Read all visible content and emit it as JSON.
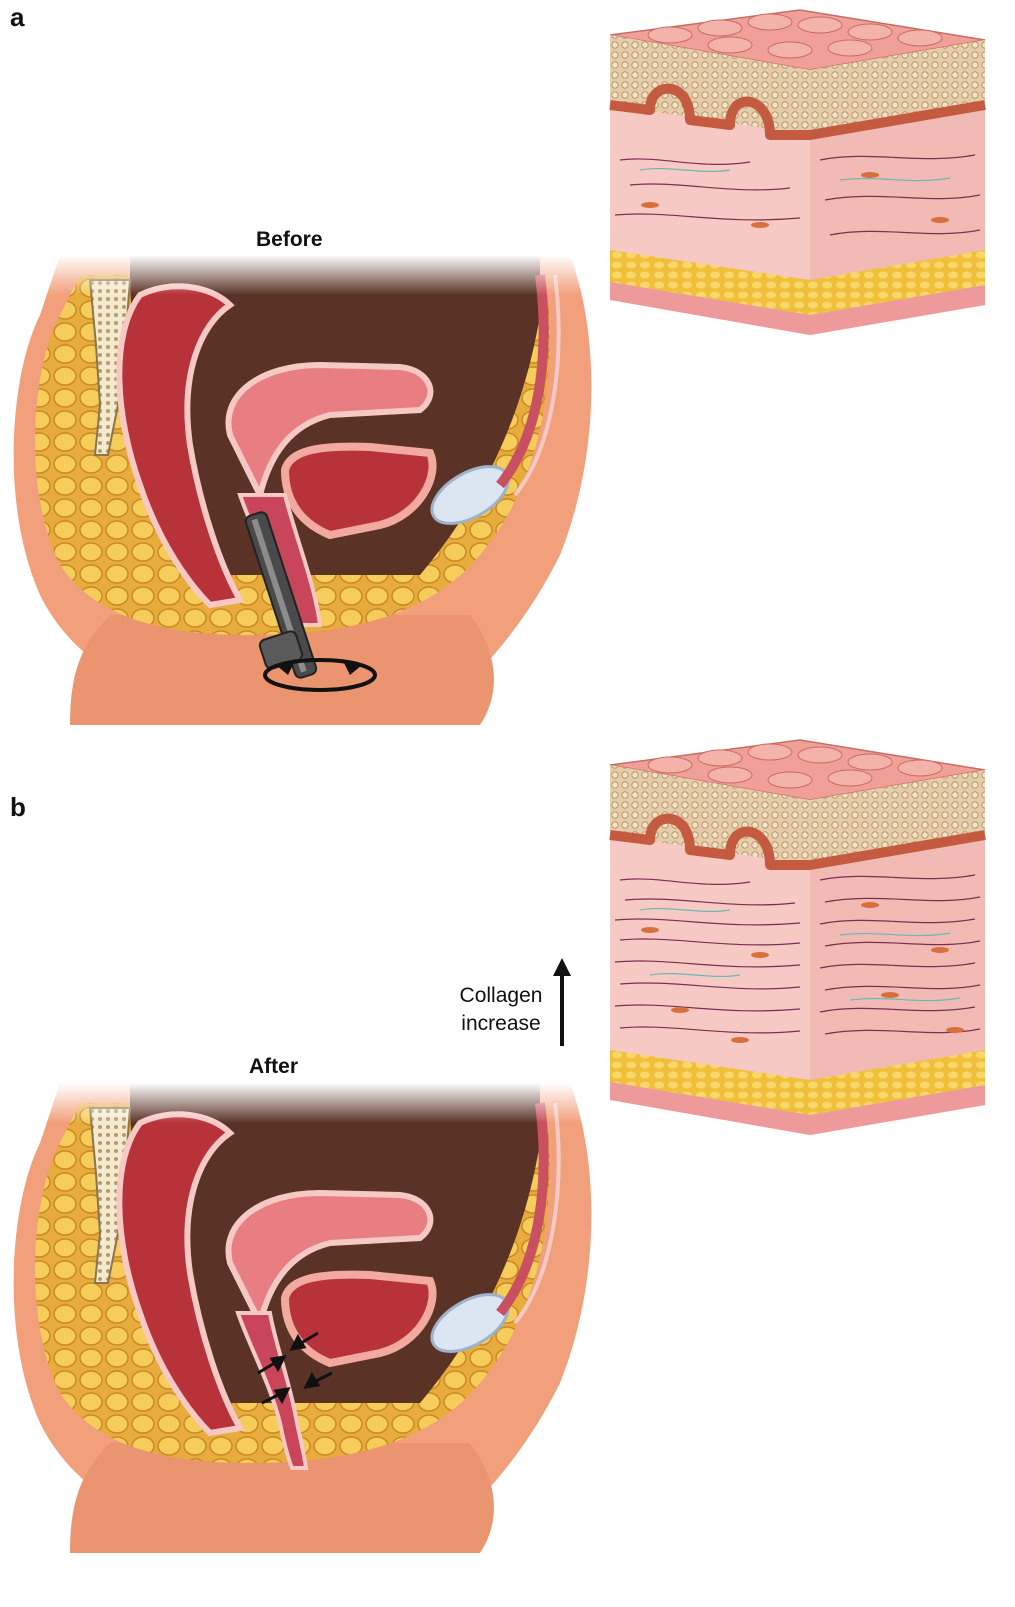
{
  "panels": {
    "a": {
      "letter": "a",
      "label": "Before"
    },
    "b": {
      "letter": "b",
      "label": "After"
    }
  },
  "annotation": {
    "line1": "Collagen",
    "line2": "increase"
  },
  "colors": {
    "skin": "#f2a07c",
    "skin_dark": "#d9784f",
    "fat": "#e8ac3c",
    "fat_light": "#f6cc5a",
    "muscle": "#b8323a",
    "mucosa": "#e87e82",
    "cavity": "#5a3326",
    "tissue_pink": "#f7c9c4",
    "epithelium": "#d8bd9a",
    "basal_cell": "#c45a40",
    "instrument": "#4a4a4a"
  },
  "icons": [
    "rotation-arrow-icon",
    "compression-arrow-icon",
    "up-arrow-icon"
  ]
}
